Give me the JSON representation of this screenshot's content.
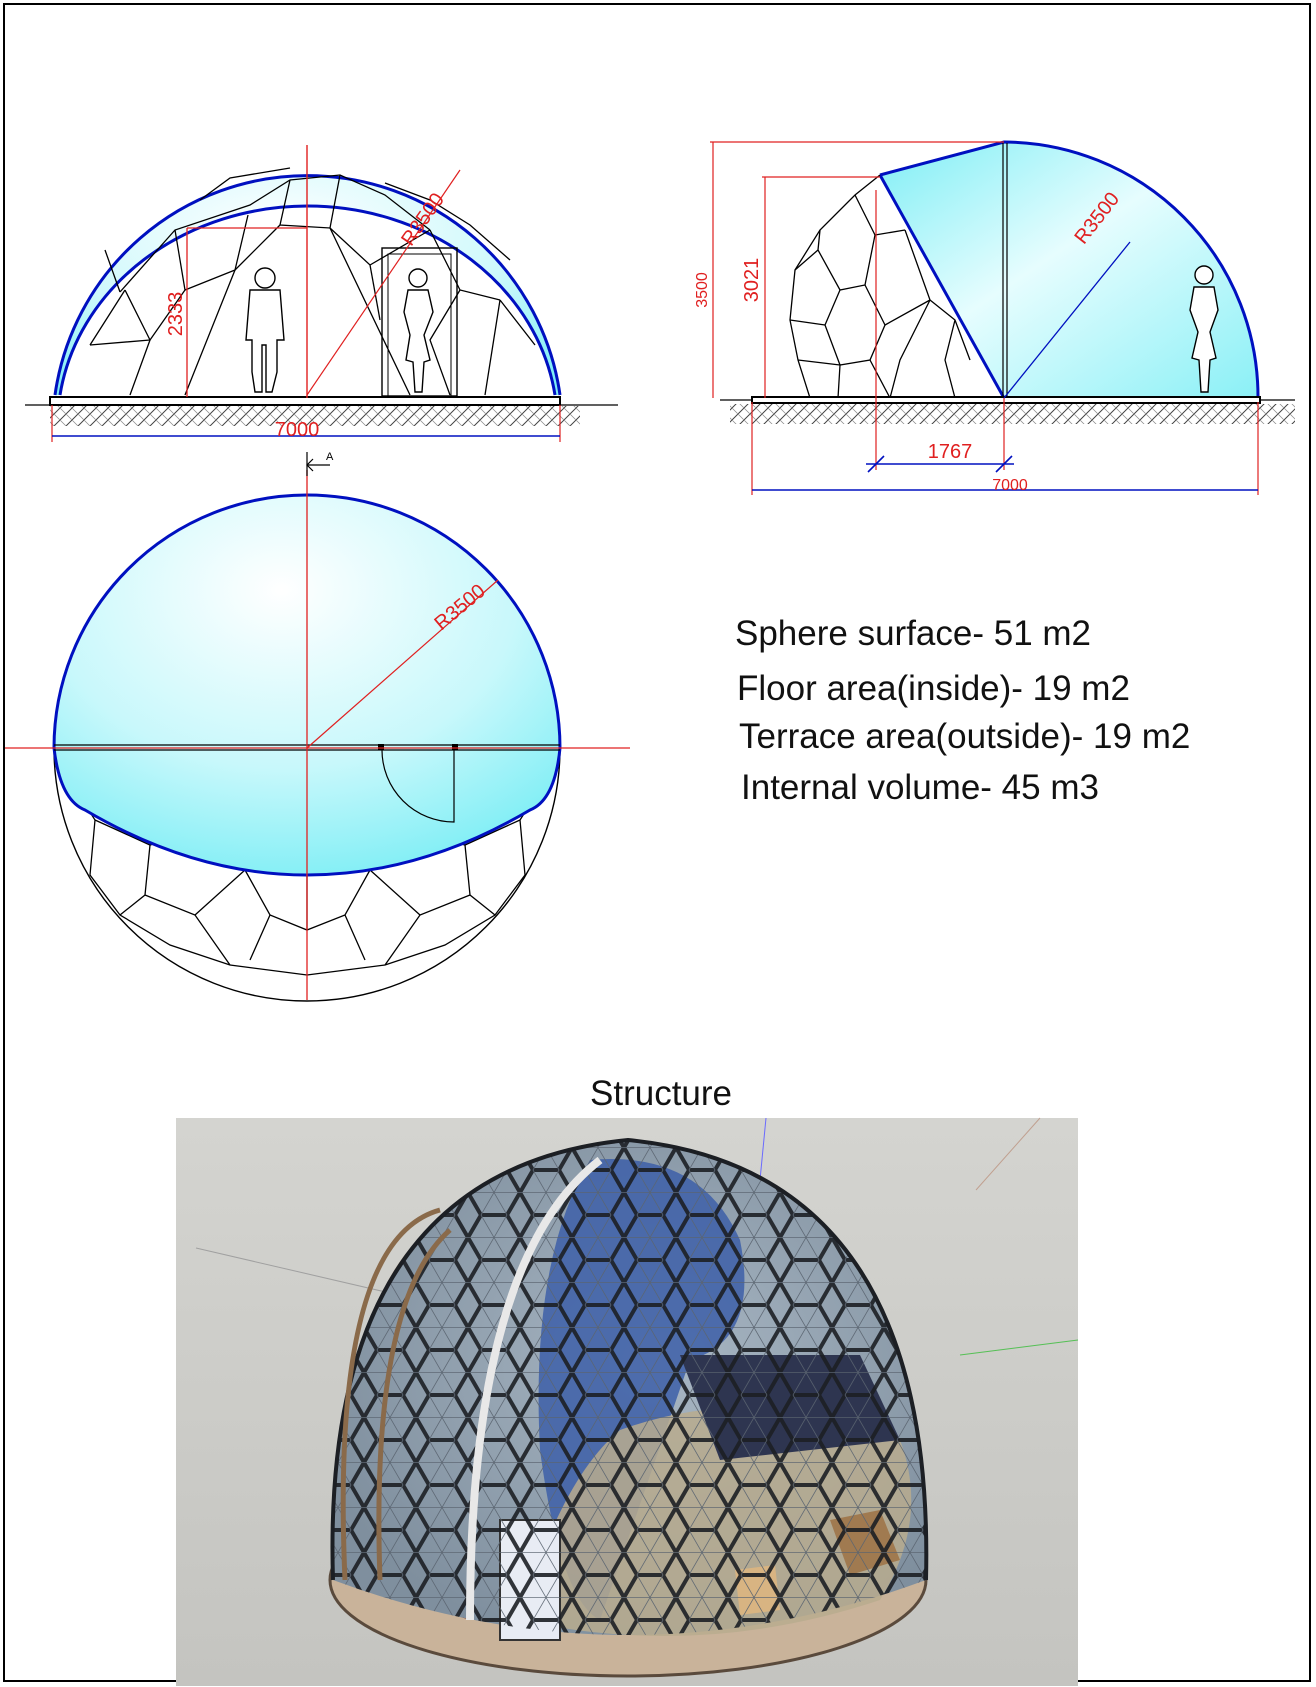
{
  "drawing": {
    "front_view": {
      "width_dim": "7000",
      "door_height_dim": "2333",
      "radius_label": "R3500"
    },
    "side_view": {
      "total_height_dim": "3500",
      "shell_height_dim": "3021",
      "radius_label": "R3500",
      "offset_dim": "1767",
      "width_dim": "7000"
    },
    "plan_view": {
      "radius_label": "R3500",
      "section_mark": "A"
    },
    "colors": {
      "outline": "#0010c0",
      "dimension": "#e02020",
      "glass_light": "#ffffff",
      "glass_cyan": "#7feef5"
    }
  },
  "specs": [
    "Sphere surface- 51 m2",
    "Floor area(inside)- 19 m2",
    "Terrace area(outside)- 19 m2",
    "Internal volume- 45 m3"
  ],
  "render": {
    "caption": "Structure"
  }
}
